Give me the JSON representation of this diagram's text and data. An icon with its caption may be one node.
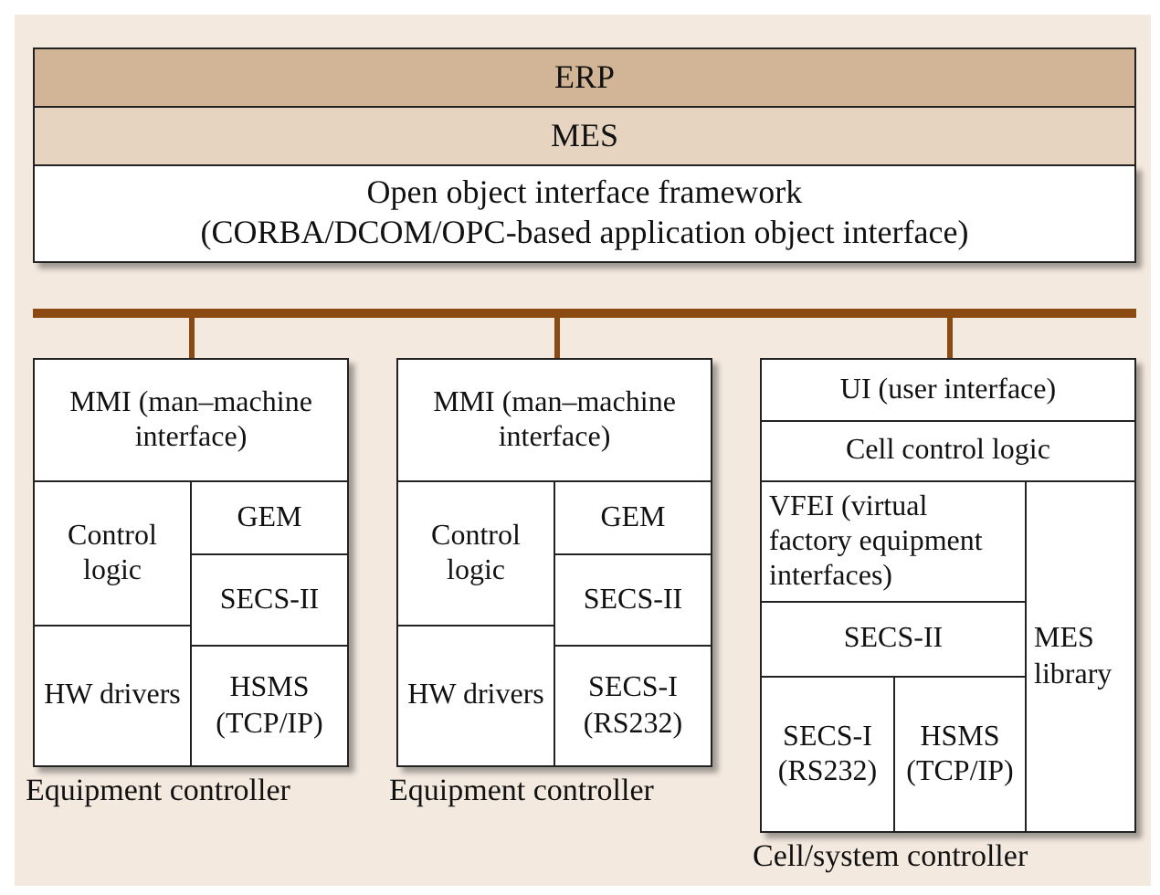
{
  "diagram": {
    "nodes": [
      {
        "text": [
          "ERP"
        ]
      },
      {
        "text": [
          "MES"
        ]
      },
      {
        "text": [
          "Open object interface framework",
          "(CORBA/DCOM/OPC-based application object interface)"
        ]
      },
      {
        "text": [],
        "shape": "bar"
      },
      {
        "text": [
          "Equipment controller"
        ]
      },
      {
        "text": [
          "MMI (man–machine interface)"
        ],
        "in": 4
      },
      {
        "text": [
          "Control logic"
        ],
        "in": 4
      },
      {
        "text": [
          "GEM"
        ],
        "in": 4
      },
      {
        "text": [
          "SECS-II"
        ],
        "in": 4
      },
      {
        "text": [
          "HW drivers"
        ],
        "in": 4
      },
      {
        "text": [
          "HSMS (TCP/IP)"
        ],
        "in": 4
      },
      {
        "text": [
          "Equipment controller"
        ]
      },
      {
        "text": [
          "MMI (man–machine interface)"
        ],
        "in": 11
      },
      {
        "text": [
          "Control logic"
        ],
        "in": 11
      },
      {
        "text": [
          "GEM"
        ],
        "in": 11
      },
      {
        "text": [
          "SECS-II"
        ],
        "in": 11
      },
      {
        "text": [
          "HW drivers"
        ],
        "in": 11
      },
      {
        "text": [
          "SECS-I (RS232)"
        ],
        "in": 11
      },
      {
        "text": [
          "Cell/system controller"
        ]
      },
      {
        "text": [
          "UI (user interface)"
        ],
        "in": 18
      },
      {
        "text": [
          "Cell control logic"
        ],
        "in": 18
      },
      {
        "text": [
          "VFEI (virtual factory equipment interfaces)"
        ],
        "in": 18
      },
      {
        "text": [
          "MES library"
        ],
        "in": 18
      },
      {
        "text": [
          "SECS-II"
        ],
        "in": 18
      },
      {
        "text": [
          "SECS-I (RS232)"
        ],
        "in": 18
      },
      {
        "text": [
          "HSMS (TCP/IP)"
        ],
        "in": 18
      }
    ],
    "edges": [
      {
        "from": 3,
        "to": 4,
        "arrow": "none"
      },
      {
        "from": 3,
        "to": 11,
        "arrow": "none"
      },
      {
        "from": 3,
        "to": 18,
        "arrow": "none"
      }
    ]
  }
}
